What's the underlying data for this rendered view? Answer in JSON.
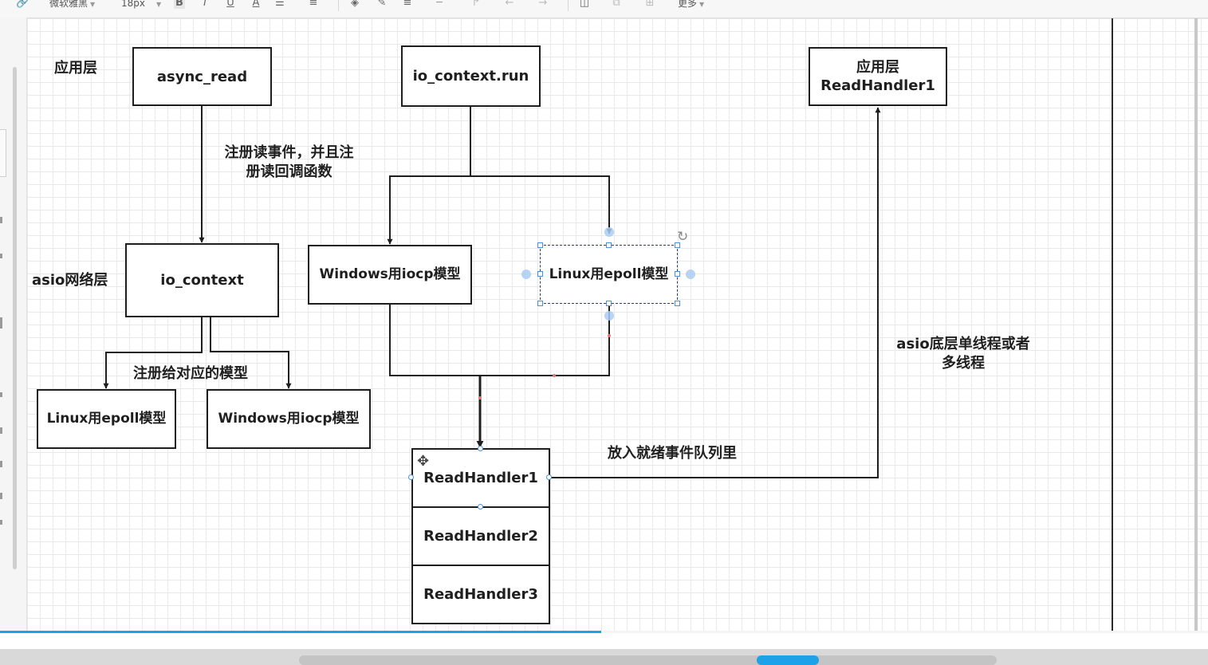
{
  "toolbar": {
    "font_family": "微软雅黑",
    "font_size": "18px",
    "bold_label": "B",
    "italic_label": "I",
    "underline_label": "U",
    "text_color_label": "A",
    "more_label": "更多"
  },
  "diagram": {
    "labels": {
      "app_layer": "应用层",
      "net_layer": "asio网络层",
      "register_read_line1": "注册读事件，并且注",
      "register_read_line2": "册读回调函数",
      "register_model": "注册给对应的模型",
      "ready_queue": "放入就绪事件队列里",
      "thread_line1": "asio底层单线程或者",
      "thread_line2": "多线程"
    },
    "nodes": {
      "async_read": "async_read",
      "io_context_run": "io_context.run",
      "app_handler_line1": "应用层",
      "app_handler_line2": "ReadHandler1",
      "io_context": "io_context",
      "windows_iocp_mid": "Windows用iocp模型",
      "linux_epoll_mid": "Linux用epoll模型",
      "linux_epoll_left": "Linux用epoll模型",
      "windows_iocp_left": "Windows用iocp模型",
      "read_handler_1": "ReadHandler1",
      "read_handler_2": "ReadHandler2",
      "read_handler_3": "ReadHandler3"
    }
  },
  "colors": {
    "border": "#1e1e1e",
    "selection": "#4a90d9",
    "progress": "#1da1e8"
  }
}
